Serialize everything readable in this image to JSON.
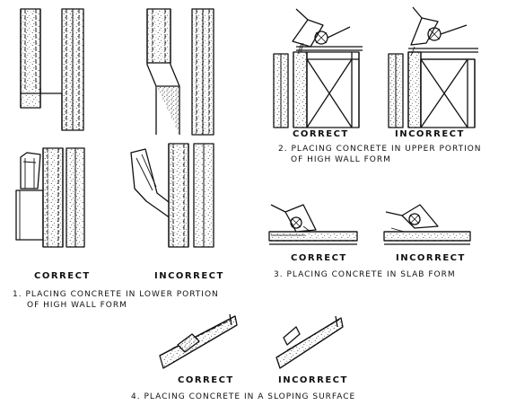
{
  "panels": [
    {
      "id": "lower-wall",
      "correct_label": "CORRECT",
      "incorrect_label": "INCORRECT",
      "caption_line1": "1. PLACING CONCRETE IN LOWER PORTION",
      "caption_line2": "OF HIGH WALL FORM"
    },
    {
      "id": "upper-wall",
      "correct_label": "CORRECT",
      "incorrect_label": "INCORRECT",
      "caption_line1": "2. PLACING CONCRETE IN UPPER PORTION",
      "caption_line2": "OF HIGH WALL FORM"
    },
    {
      "id": "slab",
      "correct_label": "CORRECT",
      "incorrect_label": "INCORRECT",
      "caption_line1": "3. PLACING CONCRETE IN SLAB FORM"
    },
    {
      "id": "sloping",
      "correct_label": "CORRECT",
      "incorrect_label": "INCORRECT",
      "caption_line1": "4. PLACING CONCRETE IN A SLOPING SURFACE"
    }
  ],
  "colors": {
    "ink": "#111111",
    "paper": "#ffffff"
  }
}
